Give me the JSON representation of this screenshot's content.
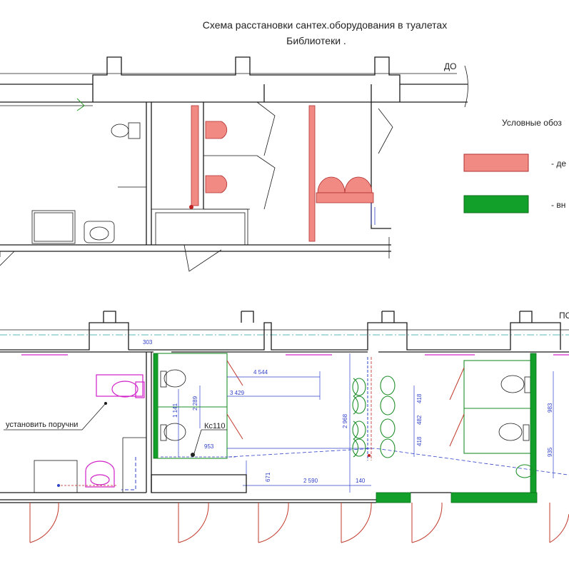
{
  "title": {
    "line1": "Схема расстановки сантех.оборудования  в туалетах",
    "line2": "Библиотеки ."
  },
  "markers": {
    "before": "ДО",
    "after": "ПО"
  },
  "legend": {
    "heading": "Условные обоз",
    "items": [
      {
        "label": "- де",
        "color": "#f28a84"
      },
      {
        "label": "- вн",
        "color": "#12a02a"
      }
    ]
  },
  "annotations": {
    "handrail": "установить поручни",
    "drain": "Кс110"
  },
  "dimensions": {
    "d303": "303",
    "d4544": "4 544",
    "d3429": "3 429",
    "d1141": "1 141",
    "d2289": "2 289",
    "d953": "953",
    "d2968": "2 968",
    "d418a": "418",
    "d482": "482",
    "d418b": "418",
    "d2590": "2 590",
    "d140": "140",
    "d671": "671",
    "d983": "983",
    "d935": "935"
  },
  "colors": {
    "demolish": "#f28a84",
    "new": "#12a02a",
    "accessible": "#d020c8",
    "dimension": "#3040c8"
  }
}
